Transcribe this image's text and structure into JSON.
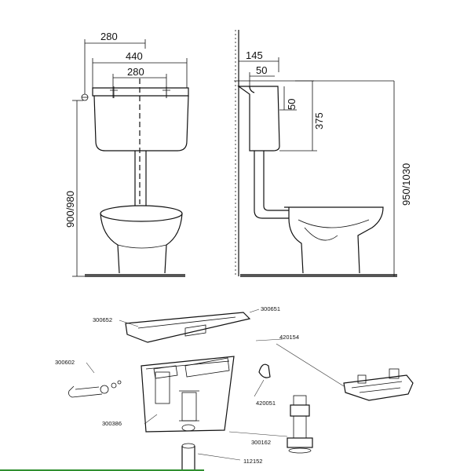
{
  "front_view": {
    "dim_top_280": "280",
    "dim_440": "440",
    "dim_inner_280": "280",
    "dim_height": "900/980"
  },
  "side_view": {
    "dim_145": "145",
    "dim_50_horizontal": "50",
    "dim_50_vertical": "50",
    "dim_375": "375",
    "dim_height": "950/1030"
  },
  "parts": {
    "lid": "300652",
    "lid_right": "300651",
    "flush_mechanism": "420154",
    "inlet_hose": "300602",
    "bracket": "420051",
    "fill_valve": "300386",
    "flush_valve": "300162",
    "pipe": "112152"
  }
}
